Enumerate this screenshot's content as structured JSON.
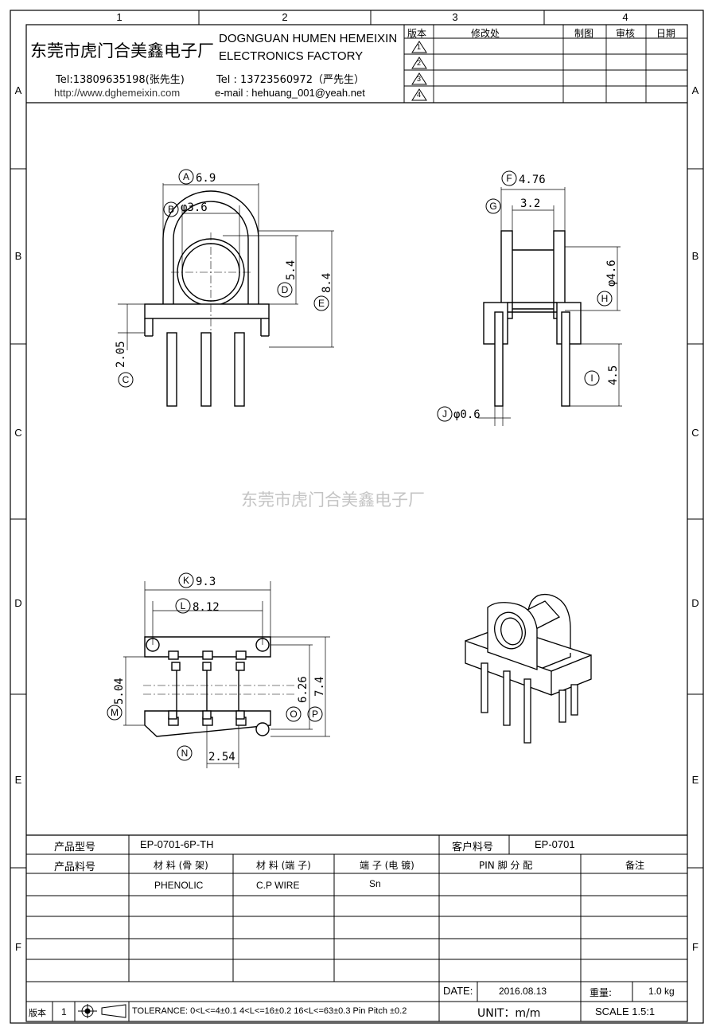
{
  "grid": {
    "columns": [
      "1",
      "2",
      "3",
      "4"
    ],
    "rows": [
      "A",
      "B",
      "C",
      "D",
      "E",
      "F"
    ]
  },
  "header": {
    "company_cn": "东莞市虎门合美鑫电子厂",
    "company_en_line1": "DOGNGUAN HUMEN HEMEIXIN",
    "company_en_line2": "ELECTRONICS FACTORY",
    "tel1": "Tel:13809635198(张先生)",
    "website": "http://www.dghemeixin.com",
    "tel2": "Tel : 13723560972（严先生）",
    "email": "e-mail : hehuang_001@yeah.net"
  },
  "revision_table": {
    "headers": [
      "版本",
      "修改处",
      "制图",
      "审核",
      "日期"
    ],
    "revisions": [
      "1",
      "2",
      "3",
      "4"
    ]
  },
  "watermark": "东莞市虎门合美鑫电子厂",
  "dimensions": {
    "front": {
      "A": "6.9",
      "B": "φ3.6",
      "C": "2.05",
      "D": "5.4",
      "E": "8.4"
    },
    "side": {
      "F": "4.76",
      "G": "3.2",
      "H": "φ4.6",
      "I": "4.5",
      "J": "φ0.6"
    },
    "bottom": {
      "K": "9.3",
      "L": "8.12",
      "M": "5.04",
      "N": "2.54",
      "O": "6.26",
      "P": "7.4"
    }
  },
  "title_block": {
    "product_model_label": "产品型号",
    "product_model": "EP-0701-6P-TH",
    "customer_pn_label": "客户料号",
    "customer_pn": "EP-0701",
    "product_pn_label": "产品料号",
    "col_headers": [
      "材 料 (骨 架)",
      "材 料 (端 子)",
      "端 子 (电 镀)",
      "PIN 脚 分 配",
      "备注"
    ],
    "materials": [
      "PHENOLIC",
      "C.P WIRE",
      "Sn"
    ],
    "date_label": "DATE:",
    "date": "2016.08.13",
    "weight_label": "重量:",
    "weight": "1.0 kg",
    "version_label": "版本",
    "version": "1",
    "tolerance": "TOLERANCE:  0<L<=4±0.1  4<L<=16±0.2  16<L<=63±0.3  Pin Pitch  ±0.2",
    "unit": "UNIT：m/m",
    "scale": "SCALE  1.5:1"
  }
}
